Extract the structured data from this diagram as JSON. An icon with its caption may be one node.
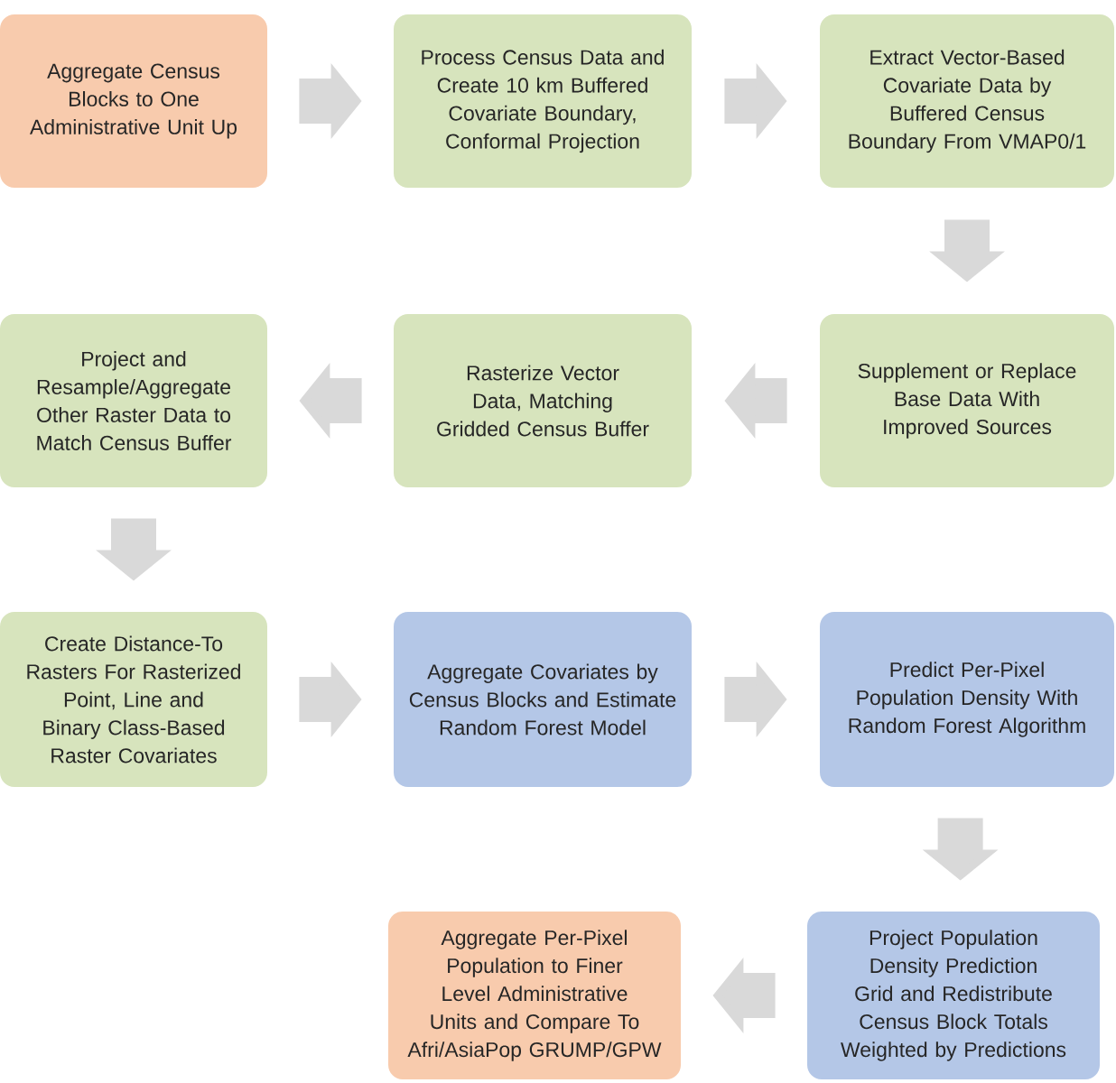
{
  "diagram": {
    "nodes": [
      {
        "text": [
          "Aggregate Census Blocks to One Administrative Unit Up"
        ]
      },
      {
        "text": [
          "Process Census Data and Create 10 km Buffered Covariate Boundary, Conformal Projection"
        ]
      },
      {
        "text": [
          "Extract Vector-Based Covariate Data by Buffered Census Boundary From VMAP0/1"
        ]
      },
      {
        "text": [
          "Project and Resample/Aggregate Other Raster Data to Match Census Buffer"
        ]
      },
      {
        "text": [
          "Rasterize Vector Data, Matching Gridded Census Buffer"
        ]
      },
      {
        "text": [
          "Supplement or Replace Base Data With Improved Sources"
        ]
      },
      {
        "text": [
          "Create Distance-To Rasters For Rasterized Point, Line and Binary Class-Based Raster Covariates"
        ]
      },
      {
        "text": [
          "Aggregate Covariates by Census Blocks and Estimate Random Forest Model"
        ]
      },
      {
        "text": [
          "Predict Per-Pixel Population Density With Random Forest Algorithm"
        ]
      },
      {
        "text": [
          "Aggregate Per-Pixel Population to Finer Level Administrative Units and Compare To Afri/AsiaPop GRUMP/GPW"
        ]
      },
      {
        "text": [
          "Project Population Density Prediction Grid and Redistribute Census Block Totals Weighted by Predictions"
        ]
      }
    ],
    "edges": [
      {
        "from": 0,
        "to": 1,
        "arrow": "to"
      },
      {
        "from": 1,
        "to": 2,
        "arrow": "to"
      },
      {
        "from": 2,
        "to": 5,
        "arrow": "to"
      },
      {
        "from": 5,
        "to": 4,
        "arrow": "to"
      },
      {
        "from": 4,
        "to": 3,
        "arrow": "to"
      },
      {
        "from": 3,
        "to": 6,
        "arrow": "to"
      },
      {
        "from": 6,
        "to": 7,
        "arrow": "to"
      },
      {
        "from": 7,
        "to": 8,
        "arrow": "to"
      },
      {
        "from": 8,
        "to": 10,
        "arrow": "to"
      },
      {
        "from": 10,
        "to": 9,
        "arrow": "to"
      }
    ]
  }
}
